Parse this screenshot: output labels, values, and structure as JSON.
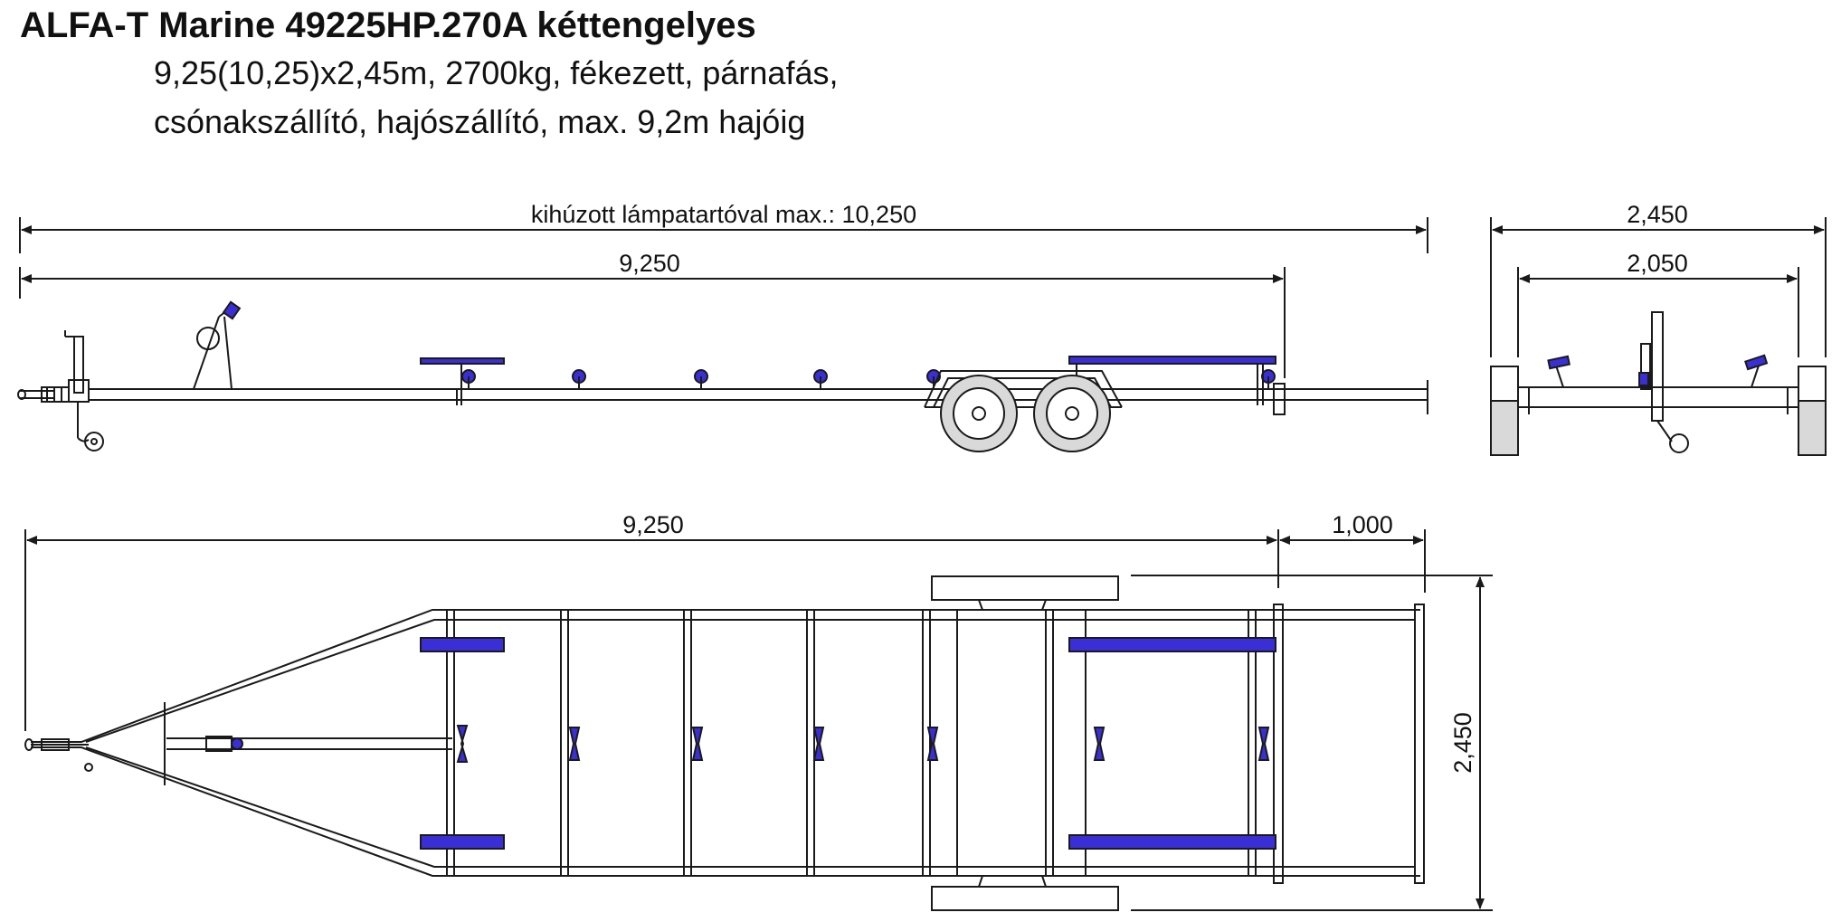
{
  "header": {
    "title": "ALFA-T Marine 49225HP.270A kéttengelyes",
    "subtitle_line1": "9,25(10,25)x2,45m, 2700kg, fékezett, párnafás,",
    "subtitle_line2": "csónakszállító, hajószállító, max. 9,2m hajóig"
  },
  "side_view": {
    "dim_overall": "kihúzott lámpatartóval max.: 10,250",
    "dim_length": "9,250"
  },
  "rear_view": {
    "dim_outer": "2,450",
    "dim_inner": "2,050"
  },
  "top_view": {
    "dim_length": "9,250",
    "dim_extension": "1,000",
    "dim_width": "2,450"
  },
  "colors": {
    "line": "#1a1a1a",
    "accent": "#3a2fd6",
    "wheel_fill": "#d9d9d9"
  }
}
